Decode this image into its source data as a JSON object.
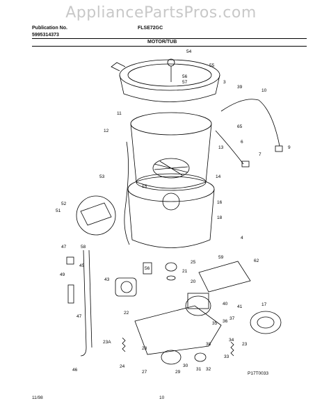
{
  "watermark": "AppliancePartsPros.com",
  "header": {
    "publication_label": "Publication No.",
    "publication_number": "5995314373",
    "model": "FLSE72GC",
    "section_title": "MOTOR/TUB"
  },
  "part_labels": [
    "54",
    "55",
    "56",
    "57",
    "3",
    "39",
    "10",
    "11",
    "65",
    "12",
    "13",
    "6",
    "7",
    "9",
    "53",
    "14",
    "15",
    "16",
    "18",
    "52",
    "51",
    "47",
    "58",
    "45",
    "4",
    "59",
    "62",
    "56",
    "25",
    "21",
    "43",
    "20",
    "49",
    "40",
    "41",
    "17",
    "22",
    "47",
    "36",
    "37",
    "35",
    "34",
    "23A",
    "38",
    "23",
    "33",
    "28",
    "24",
    "30",
    "31",
    "32",
    "27",
    "29",
    "46"
  ],
  "diagram_code": "P17T0033",
  "footer": {
    "date": "11/98",
    "page": "10"
  }
}
